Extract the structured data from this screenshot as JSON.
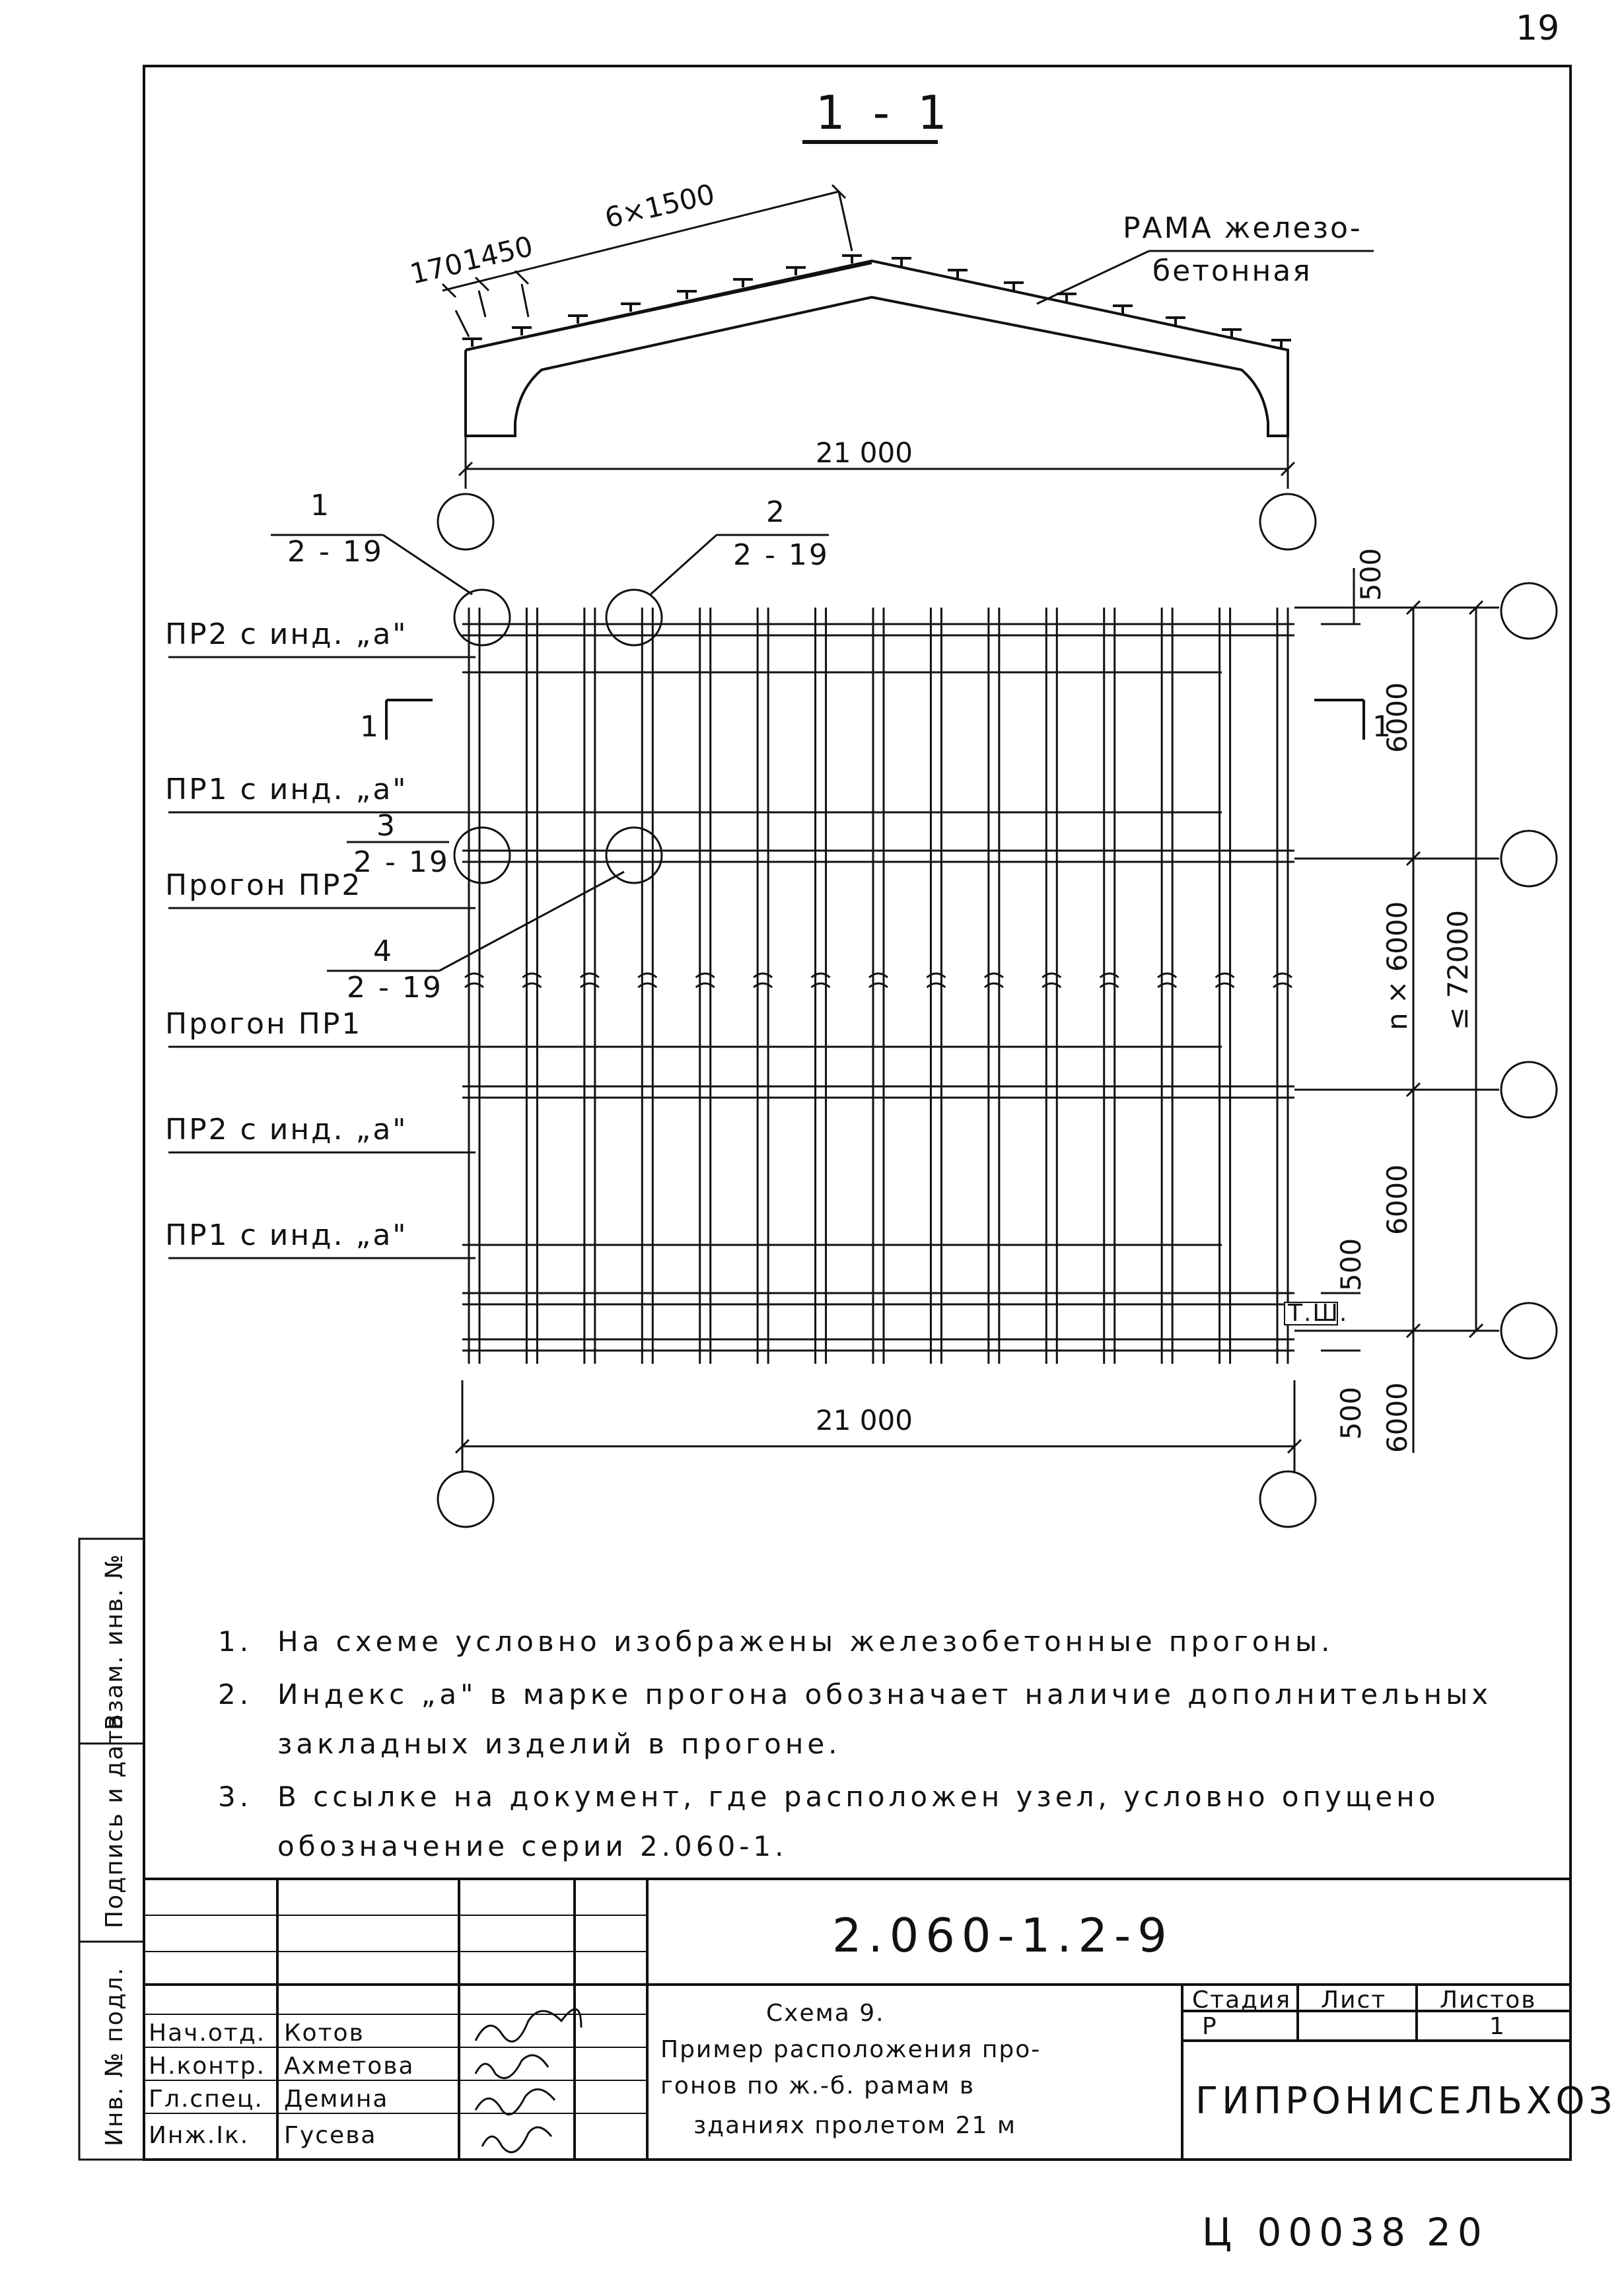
{
  "page_number": "19",
  "section": {
    "title": "1 - 1"
  },
  "roof_section": {
    "dim_total": "6×1500",
    "dim_first": "170",
    "dim_second": "1450",
    "span_label": "21 000",
    "frame_label_line1": "РАМА железо-",
    "frame_label_line2": "бетонная"
  },
  "plan": {
    "span_label": "21 000",
    "section_mark": "1",
    "callouts": [
      {
        "number": "1",
        "ref": "2 - 19"
      },
      {
        "number": "2",
        "ref": "2 - 19"
      },
      {
        "number": "3",
        "ref": "2 - 19"
      },
      {
        "number": "4",
        "ref": "2 - 19"
      }
    ],
    "purlin_labels": [
      "ПР2 с инд. „а\"",
      "ПР1 с инд. „а\"",
      "Прогон ПР2",
      "Прогон ПР1",
      "ПР2 с инд. „а\"",
      "ПР1 с инд. „а\""
    ],
    "dims_right": {
      "top": "500",
      "bay1": "6000",
      "middle": "n × 6000",
      "total": "≤ 72000",
      "bay2": "6000",
      "lower": "500",
      "bottom_500": "500",
      "bottom_6000": "6000",
      "tsh": "Т.Ш."
    }
  },
  "notes": [
    {
      "number": "1.",
      "line1": "На схеме условно изображены железобетонные прогоны.",
      "line2": ""
    },
    {
      "number": "2.",
      "line1": "Индекс „а\" в марке прогона обозначает наличие дополнительных",
      "line2": "закладных изделий в прогоне."
    },
    {
      "number": "3.",
      "line1": "В ссылке на документ, где расположен узел, условно опущено",
      "line2": "обозначение серии 2.060-1."
    }
  ],
  "side_stamp": {
    "col1": "Инв. № подл.",
    "col2": "Подпись и дата",
    "col3": "Взам. инв. №"
  },
  "title_block": {
    "doc_code": "2.060-1.2-9",
    "title_line1": "Схема 9.",
    "title_line2": "Пример расположения про-",
    "title_line3": "гонов по ж.-б. рамам в",
    "title_line4": "зданиях пролетом 21 м",
    "stage_header": "Стадия",
    "sheet_header": "Лист",
    "sheets_header": "Листов",
    "stage": "Р",
    "sheet": "",
    "sheets": "1",
    "org": "ГИПРОНИСЕЛЬХОЗ",
    "staff": [
      {
        "role": "Нач.отд.",
        "name": "Котов"
      },
      {
        "role": "Н.контр.",
        "name": "Ахметова"
      },
      {
        "role": "Гл.спец.",
        "name": "Демина"
      },
      {
        "role": "Инж.Iк.",
        "name": "Гусева"
      }
    ]
  },
  "footer": {
    "archive_code": "Ц 00038",
    "page": "20"
  }
}
